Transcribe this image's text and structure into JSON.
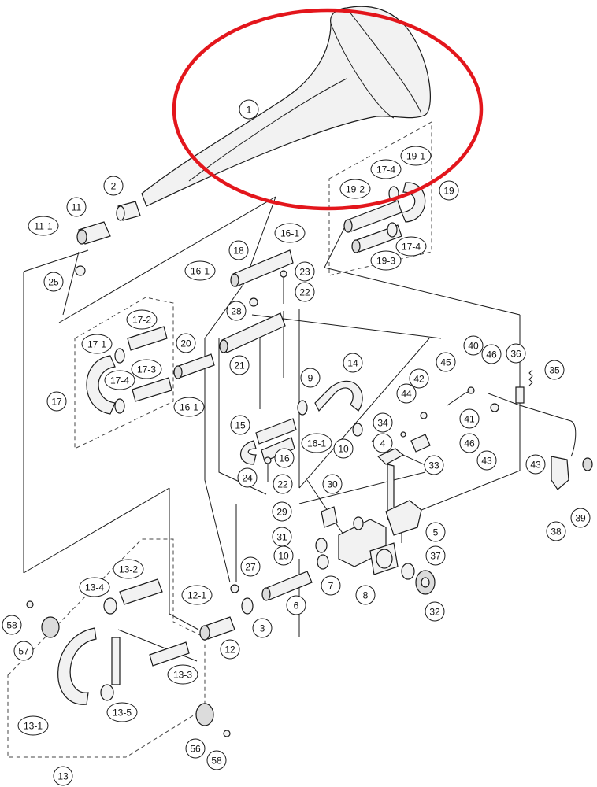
{
  "highlight": {
    "color": "#e3161c",
    "target": "1"
  },
  "callouts": [
    {
      "id": "c1",
      "text": "1"
    },
    {
      "id": "c2",
      "text": "2"
    },
    {
      "id": "c11",
      "text": "11"
    },
    {
      "id": "c11-1",
      "text": "11-1"
    },
    {
      "id": "c25",
      "text": "25"
    },
    {
      "id": "c18",
      "text": "18"
    },
    {
      "id": "c16-1a",
      "text": "16-1"
    },
    {
      "id": "c16-1b",
      "text": "16-1"
    },
    {
      "id": "c23",
      "text": "23"
    },
    {
      "id": "c22a",
      "text": "22"
    },
    {
      "id": "c28",
      "text": "28"
    },
    {
      "id": "c17-4a",
      "text": "17-4"
    },
    {
      "id": "c19-1",
      "text": "19-1"
    },
    {
      "id": "c19-2",
      "text": "19-2"
    },
    {
      "id": "c19",
      "text": "19"
    },
    {
      "id": "c17-4b",
      "text": "17-4"
    },
    {
      "id": "c19-3",
      "text": "19-3"
    },
    {
      "id": "c17-2",
      "text": "17-2"
    },
    {
      "id": "c17-1",
      "text": "17-1"
    },
    {
      "id": "c17-3",
      "text": "17-3"
    },
    {
      "id": "c17-4c",
      "text": "17-4"
    },
    {
      "id": "c17",
      "text": "17"
    },
    {
      "id": "c20",
      "text": "20"
    },
    {
      "id": "c21",
      "text": "21"
    },
    {
      "id": "c16-1c",
      "text": "16-1"
    },
    {
      "id": "c9",
      "text": "9"
    },
    {
      "id": "c14",
      "text": "14"
    },
    {
      "id": "c15",
      "text": "15"
    },
    {
      "id": "c16-1d",
      "text": "16-1"
    },
    {
      "id": "c16",
      "text": "16"
    },
    {
      "id": "c10a",
      "text": "10"
    },
    {
      "id": "c24",
      "text": "24"
    },
    {
      "id": "c22b",
      "text": "22"
    },
    {
      "id": "c45",
      "text": "45"
    },
    {
      "id": "c42",
      "text": "42"
    },
    {
      "id": "c44",
      "text": "44"
    },
    {
      "id": "c40",
      "text": "40"
    },
    {
      "id": "c46a",
      "text": "46"
    },
    {
      "id": "c36",
      "text": "36"
    },
    {
      "id": "c35",
      "text": "35"
    },
    {
      "id": "c41",
      "text": "41"
    },
    {
      "id": "c46b",
      "text": "46"
    },
    {
      "id": "c34",
      "text": "34"
    },
    {
      "id": "c4",
      "text": "4"
    },
    {
      "id": "c33",
      "text": "33"
    },
    {
      "id": "c43a",
      "text": "43"
    },
    {
      "id": "c43b",
      "text": "43"
    },
    {
      "id": "c30",
      "text": "30"
    },
    {
      "id": "c29",
      "text": "29"
    },
    {
      "id": "c31",
      "text": "31"
    },
    {
      "id": "c10b",
      "text": "10"
    },
    {
      "id": "c5",
      "text": "5"
    },
    {
      "id": "c37",
      "text": "37"
    },
    {
      "id": "c7",
      "text": "7"
    },
    {
      "id": "c8",
      "text": "8"
    },
    {
      "id": "c38",
      "text": "38"
    },
    {
      "id": "c39",
      "text": "39"
    },
    {
      "id": "c13-2",
      "text": "13-2"
    },
    {
      "id": "c13-4",
      "text": "13-4"
    },
    {
      "id": "c27",
      "text": "27"
    },
    {
      "id": "c12-1",
      "text": "12-1"
    },
    {
      "id": "c6",
      "text": "6"
    },
    {
      "id": "c3",
      "text": "3"
    },
    {
      "id": "c12",
      "text": "12"
    },
    {
      "id": "c32",
      "text": "32"
    },
    {
      "id": "c58a",
      "text": "58"
    },
    {
      "id": "c57",
      "text": "57"
    },
    {
      "id": "c13-3",
      "text": "13-3"
    },
    {
      "id": "c13-1",
      "text": "13-1"
    },
    {
      "id": "c13-5",
      "text": "13-5"
    },
    {
      "id": "c56",
      "text": "56"
    },
    {
      "id": "c58b",
      "text": "58"
    },
    {
      "id": "c13",
      "text": "13"
    }
  ]
}
